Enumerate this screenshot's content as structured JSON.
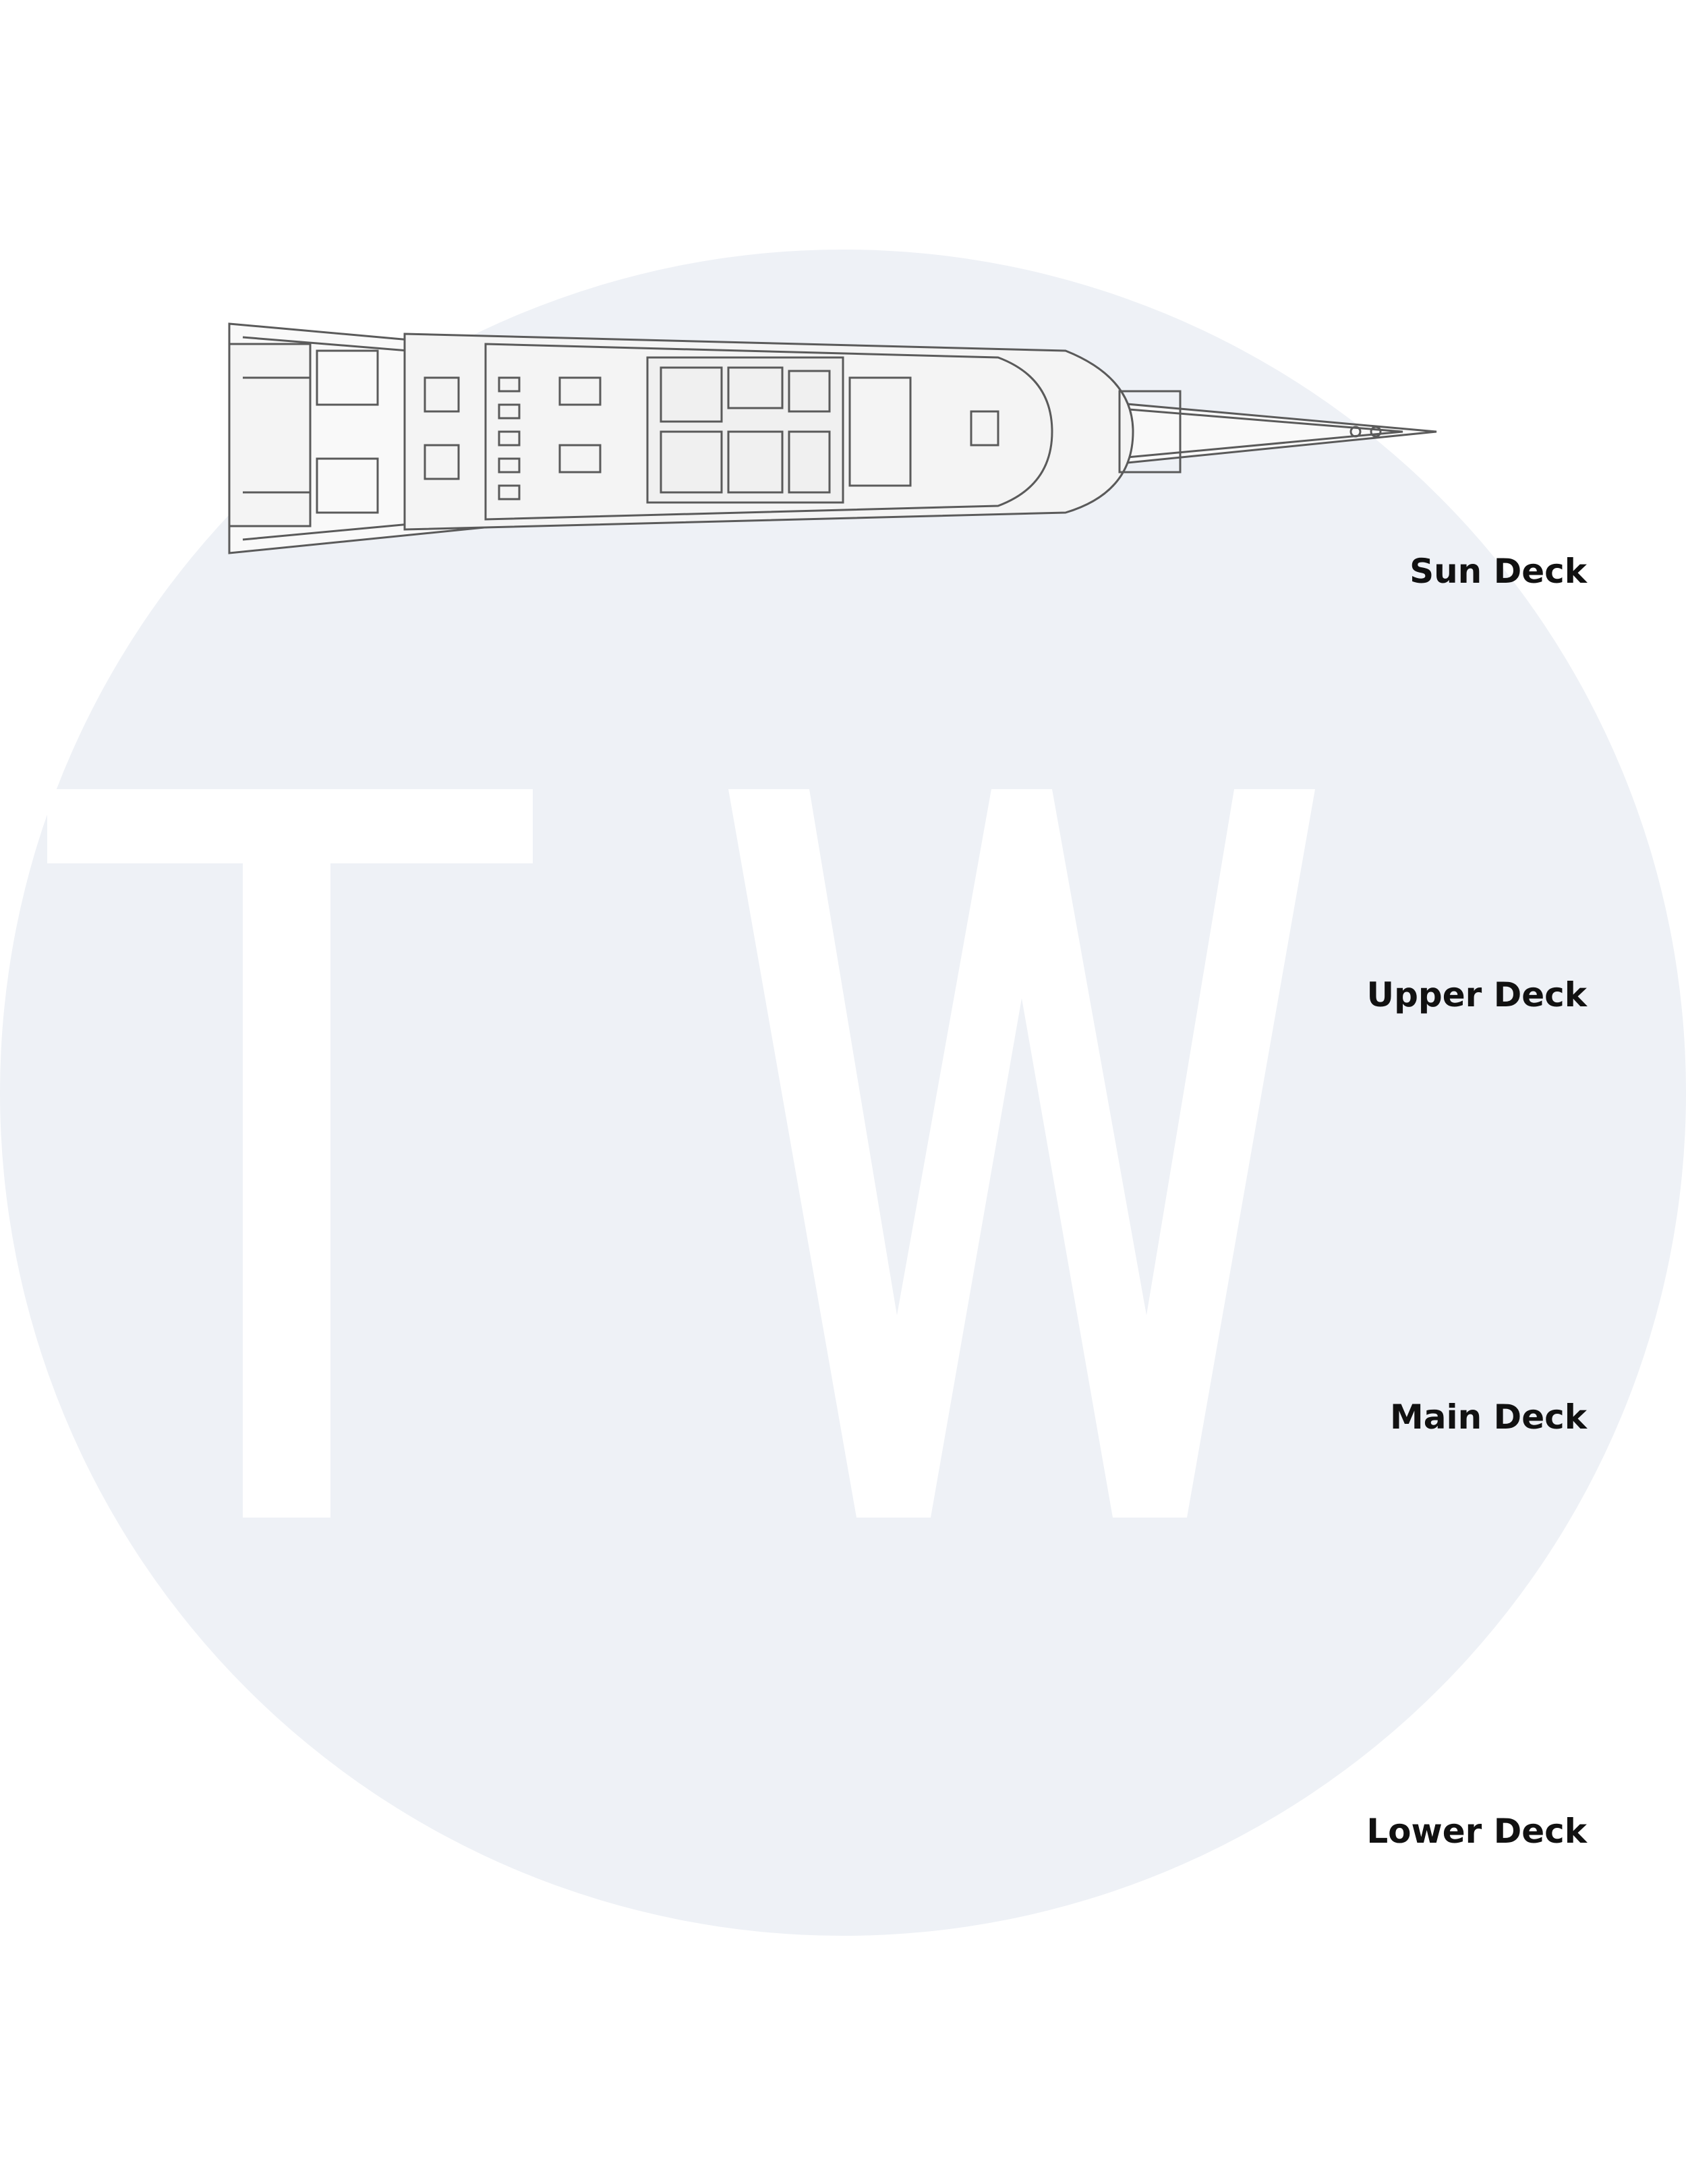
{
  "decks": [
    {
      "id": "sun",
      "label": "Sun Deck"
    },
    {
      "id": "upper",
      "label": "Upper Deck"
    },
    {
      "id": "main",
      "label": "Main Deck"
    },
    {
      "id": "lower",
      "label": "Lower Deck"
    }
  ],
  "watermark": {
    "text": "TW"
  },
  "colors": {
    "line": "#5a5a5a",
    "fill": "#f4f4f4",
    "watermark_circle": "#eef1f6",
    "label": "#111111"
  }
}
